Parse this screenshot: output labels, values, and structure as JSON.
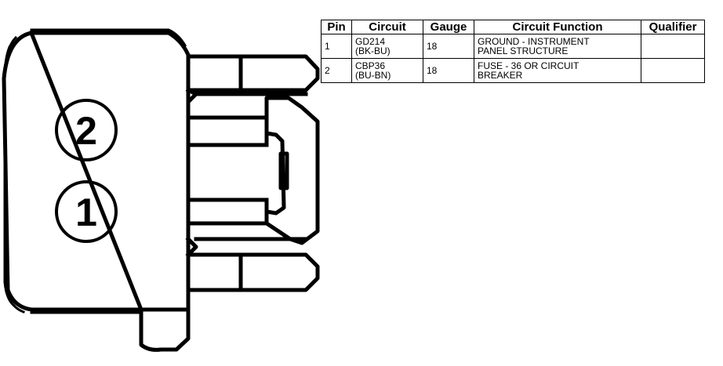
{
  "connector": {
    "cavities": [
      {
        "pin": "2"
      },
      {
        "pin": "1"
      }
    ],
    "line_color": "#000000"
  },
  "table": {
    "headers": [
      "Pin",
      "Circuit",
      "Gauge",
      "Circuit Function",
      "Qualifier"
    ],
    "rows": [
      {
        "pin": "1",
        "circuit": [
          "GD214",
          "(BK-BU)"
        ],
        "gauge": "18",
        "function": [
          "GROUND - INSTRUMENT",
          "PANEL STRUCTURE"
        ],
        "qualifier": ""
      },
      {
        "pin": "2",
        "circuit": [
          "CBP36",
          "(BU-BN)"
        ],
        "gauge": "18",
        "function": [
          "FUSE - 36 OR CIRCUIT",
          "BREAKER"
        ],
        "qualifier": ""
      }
    ]
  }
}
